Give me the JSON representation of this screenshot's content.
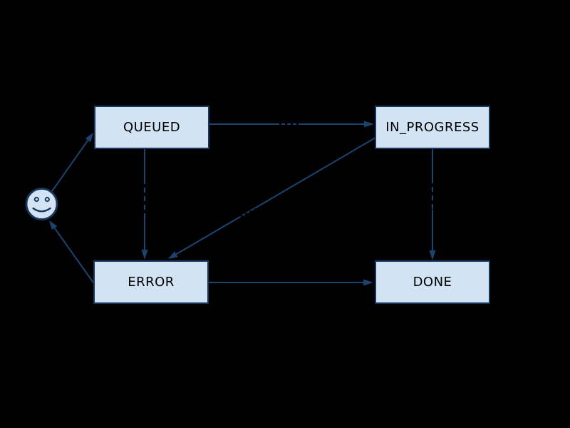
{
  "background_color": "#000000",
  "colors": {
    "node_fill": "#d2e3f3",
    "node_border": "#17375d",
    "edge": "#1b4470",
    "node_text": "#000000",
    "edge_label_text": "#000000"
  },
  "diagram": {
    "type": "state-machine",
    "start_marker": "smiley-face",
    "states": [
      {
        "id": "queued",
        "label": "QUEUED"
      },
      {
        "id": "in_progress",
        "label": "IN_PROGRESS"
      },
      {
        "id": "error",
        "label": "ERROR"
      },
      {
        "id": "done",
        "label": "DONE"
      }
    ],
    "edges": [
      {
        "from": "start",
        "to": "queued",
        "label": ""
      },
      {
        "from": "queued",
        "to": "in_progress",
        "label": ""
      },
      {
        "from": "queued",
        "to": "error",
        "label": ""
      },
      {
        "from": "in_progress",
        "to": "error",
        "label": ""
      },
      {
        "from": "in_progress",
        "to": "done",
        "label": ""
      },
      {
        "from": "error",
        "to": "done",
        "label": ""
      },
      {
        "from": "error",
        "to": "start",
        "label": ""
      }
    ]
  }
}
